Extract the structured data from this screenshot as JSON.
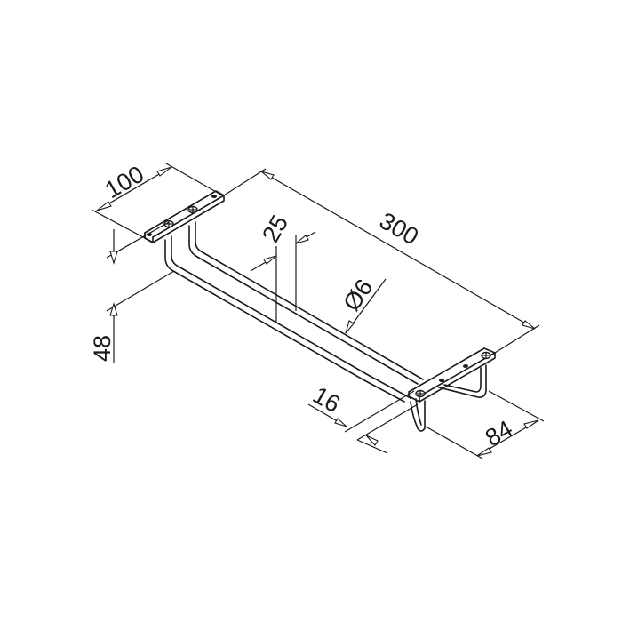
{
  "drawing": {
    "subject": "wall/under-shelf mounted rod bracket (isometric technical drawing)",
    "line_color": "#1a1a1a",
    "background": "#ffffff",
    "dimensions": {
      "plate_length": "100",
      "overall_length": "300",
      "rod_spacing": "25",
      "rod_diameter": "Ø6",
      "height": "48",
      "rod_end_offset": "16",
      "plate_width": "84"
    }
  }
}
